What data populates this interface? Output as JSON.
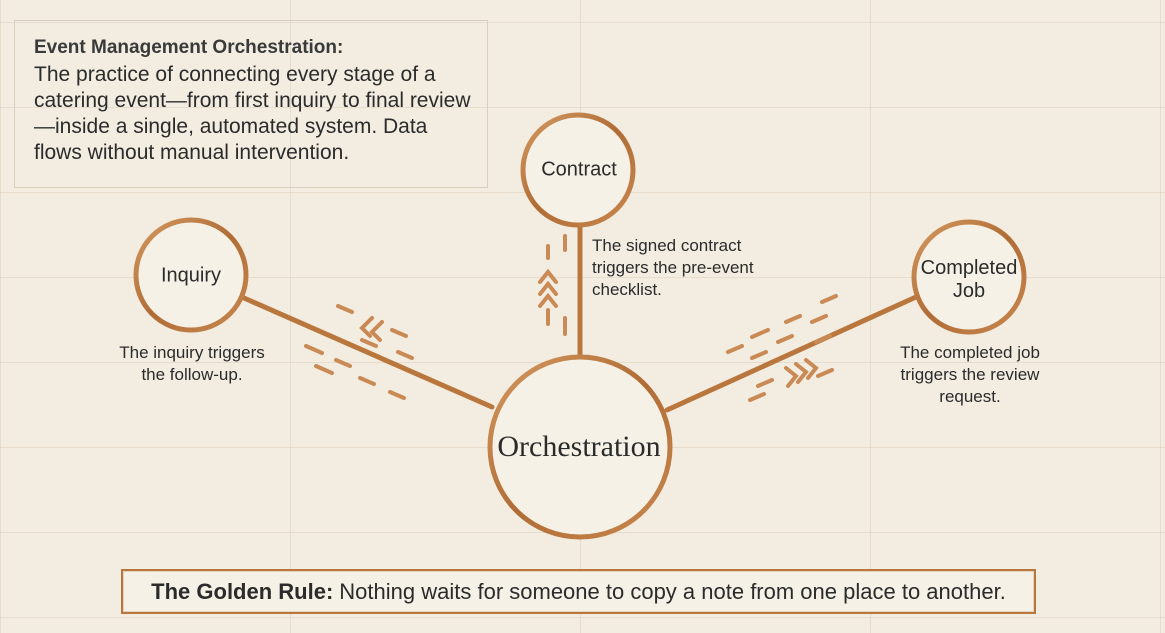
{
  "definition": {
    "title": "Event Management Orchestration:",
    "body": "The practice of connecting every stage of a catering event—from first inquiry to final review—inside a single, automated system. Data flows without manual intervention."
  },
  "nodes": {
    "center": "Orchestration",
    "inquiry": "Inquiry",
    "contract": "Contract",
    "completed_line1": "Completed",
    "completed_line2": "Job"
  },
  "captions": {
    "inquiry_line1": "The inquiry triggers",
    "inquiry_line2": "the follow-up.",
    "contract_line1": "The signed contract",
    "contract_line2": "triggers the pre-event",
    "contract_line3": "checklist.",
    "completed_line1": "The completed job",
    "completed_line2": "triggers the review",
    "completed_line3": "request."
  },
  "golden_rule": {
    "label": "The Golden Rule:",
    "text": "Nothing waits for someone to copy a note from one place to another."
  },
  "colors": {
    "copper": "#b9773e",
    "copper_light": "#d9a877",
    "background": "#f3ede1"
  }
}
